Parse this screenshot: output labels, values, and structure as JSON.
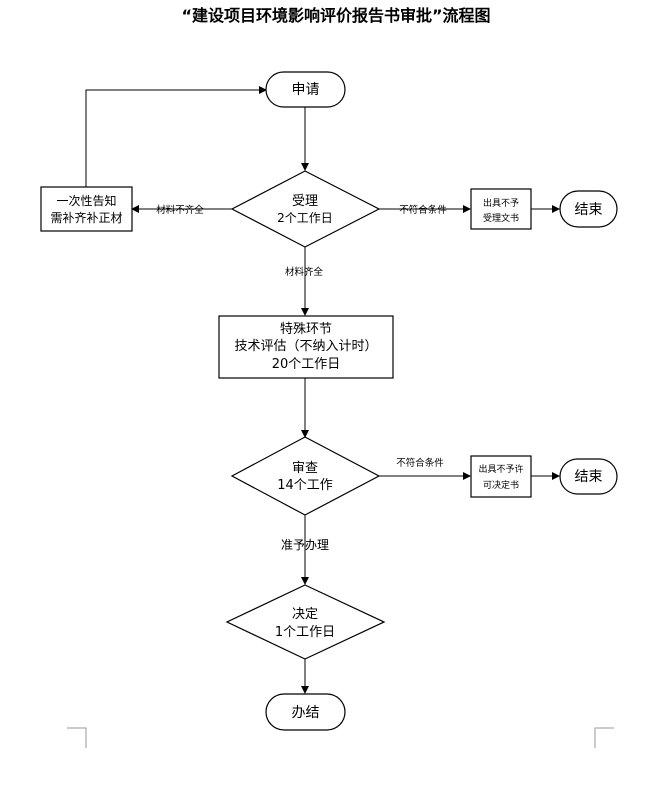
{
  "title": "“建设项目环境影响评价报告书审批”流程图",
  "nodes": {
    "apply": "申请",
    "accept": [
      "受理",
      "2个工作日"
    ],
    "notify": [
      "一次性告知",
      "需补齐补正材"
    ],
    "reject_accept": [
      "出具不予",
      "受理文书"
    ],
    "end1": "结束",
    "special": [
      "特殊环节",
      "技术评估（不纳入计时）",
      "20个工作日"
    ],
    "review": [
      "审查",
      "14个工作"
    ],
    "reject_permit": [
      "出具不予许",
      "可决定书"
    ],
    "end2": "结束",
    "decide": [
      "决定",
      "1个工作日"
    ],
    "done": "办结"
  },
  "edges": {
    "incomplete": "材料不齐全",
    "nonconform1": "不符合条件",
    "complete": "材料齐全",
    "nonconform2": "不符合条件",
    "approve": "准予办理"
  }
}
